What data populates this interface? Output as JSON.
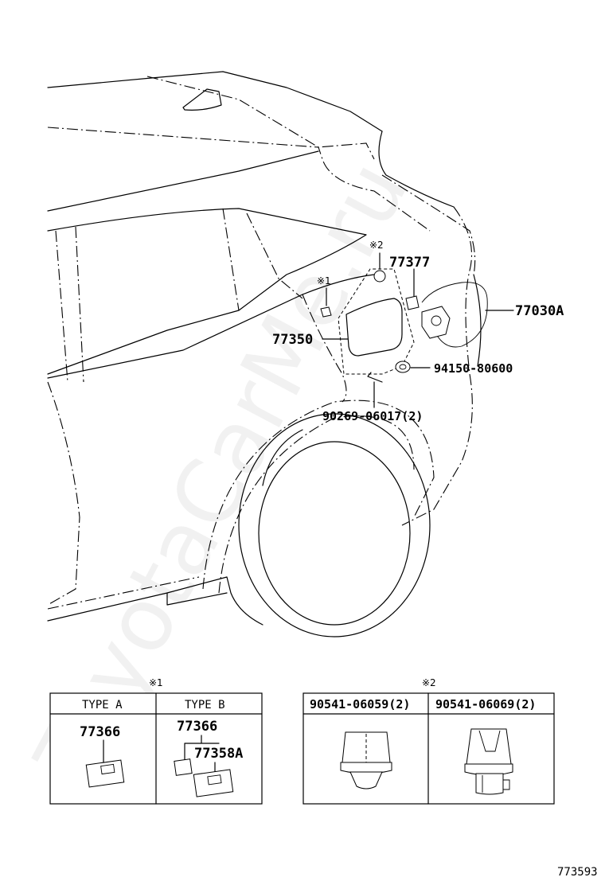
{
  "watermark": "ToyotaCarMe.ru",
  "callouts": {
    "fuel_door": "77350",
    "opener_lock": "77377",
    "cable_assy": "77030A",
    "grommet": "94150-80600",
    "bolt": "90269-06017(2)",
    "note1_mark": "※1",
    "note2_mark": "※2"
  },
  "table1": {
    "mark": "※1",
    "type_a_header": "TYPE A",
    "type_b_header": "TYPE B",
    "type_a_part": "77366",
    "type_b_part": "77366",
    "type_b_part_2": "77358A"
  },
  "table2": {
    "mark": "※2",
    "col1_header": "90541-06059(2)",
    "col2_header": "90541-06069(2)"
  },
  "diagram_id": "773593"
}
